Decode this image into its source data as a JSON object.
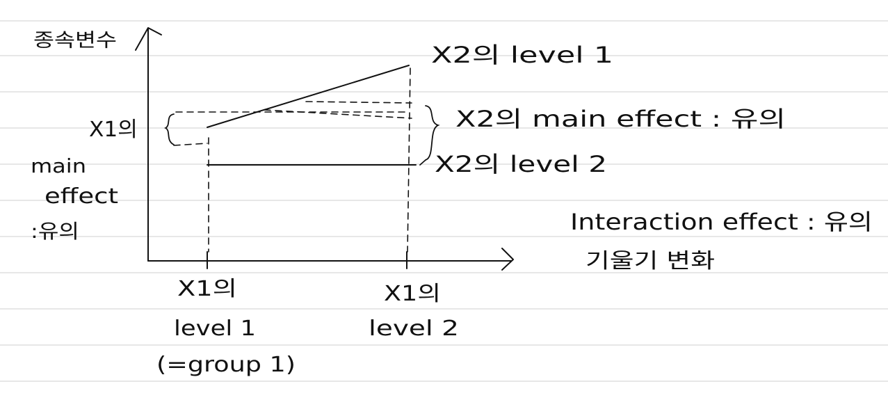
{
  "colors": {
    "ink": "#111111",
    "paper": "#ffffff",
    "ruled_line": "#cfcfcf"
  },
  "labels": {
    "y_axis": "종속변수",
    "x2_level1": "X2의 level 1",
    "x2_main_effect": "X2의 main effect : 유의",
    "x2_level2": "X2의 level 2",
    "x1_prefix": "X1의",
    "x1_main_effect_line1": "main",
    "x1_main_effect_line2": "effect",
    "x1_main_effect_line3": ":유의",
    "interaction_line1": "Interaction effect : 유의",
    "interaction_line2": "기울기 변화",
    "x1_level1_line1": "X1의",
    "x1_level1_line2": "level 1",
    "x1_level1_line3": "(=group 1)",
    "x1_level2_line1": "X1의",
    "x1_level2_line2": "level 2"
  }
}
